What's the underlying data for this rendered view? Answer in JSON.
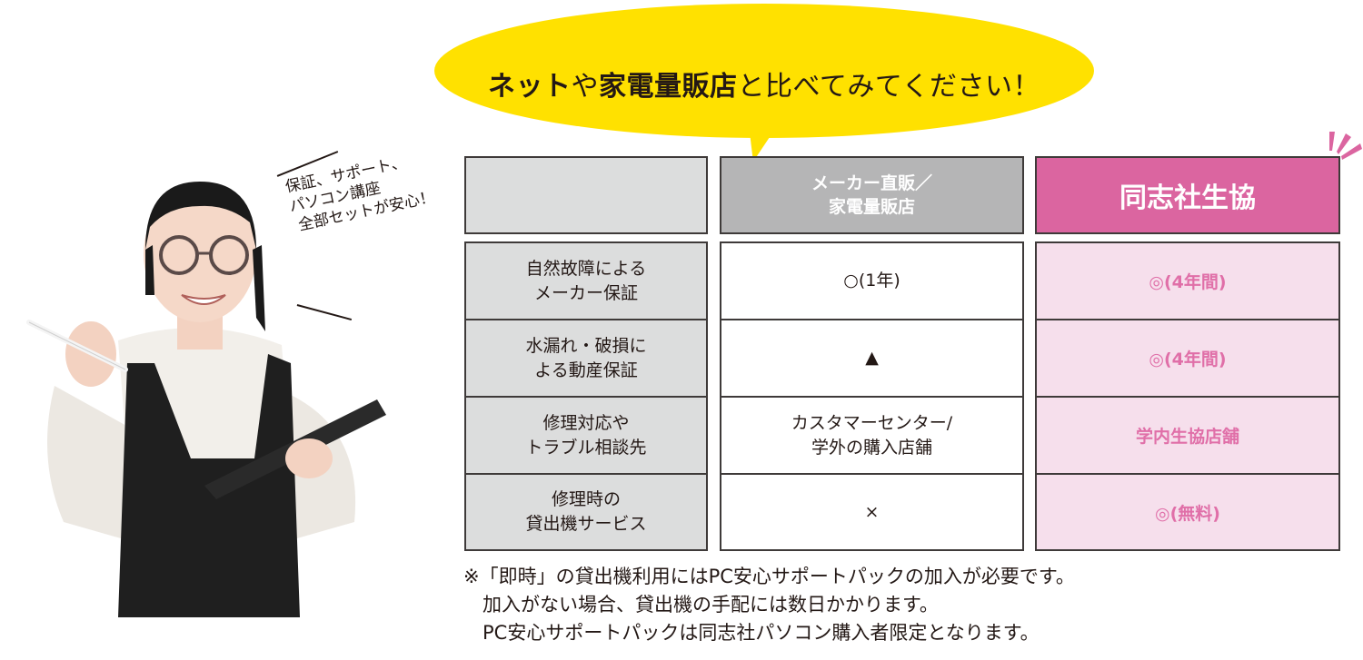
{
  "bubble": {
    "parts": [
      {
        "text": "ネット",
        "bold": true
      },
      {
        "text": "や",
        "bold": false
      },
      {
        "text": "家電量販店",
        "bold": true
      },
      {
        "text": "と比べてみてください！",
        "bold": false
      }
    ],
    "color": "#ffe100"
  },
  "quote": {
    "text": "保証、サポート、\nパソコン講座\n 全部セットが安心！"
  },
  "table": {
    "headers": [
      "",
      "メーカー直販／\n家電量販店",
      "同志社生協"
    ],
    "rows": [
      {
        "label": "自然故障による\nメーカー保証",
        "maker": "○(1年)",
        "coop": "◎(4年間)"
      },
      {
        "label": "水漏れ・破損に\nよる動産保証",
        "maker": "▲",
        "coop": "◎(4年間)"
      },
      {
        "label": "修理対応や\nトラブル相談先",
        "maker": "カスタマーセンター/\n学外の購入店舗",
        "coop": "学内生協店舗"
      },
      {
        "label": "修理時の\n貸出機サービス",
        "maker": "×",
        "coop": "◎(無料)"
      }
    ],
    "colors": {
      "label_bg": "#dcdddd",
      "maker_header_bg": "#b5b5b6",
      "coop_header_bg": "#db65a0",
      "coop_cell_bg": "#f6dfec",
      "coop_text": "#e06fa8"
    }
  },
  "note": {
    "lines": [
      "※「即時」の貸出機利用にはPC安心サポートパックの加入が必要です。",
      "　加入がない場合、貸出機の手配には数日かかります。",
      "　PC安心サポートパックは同志社パソコン購入者限定となります。"
    ]
  },
  "illustration": {
    "subject": "smiling-student-with-tablet-and-stylus"
  }
}
